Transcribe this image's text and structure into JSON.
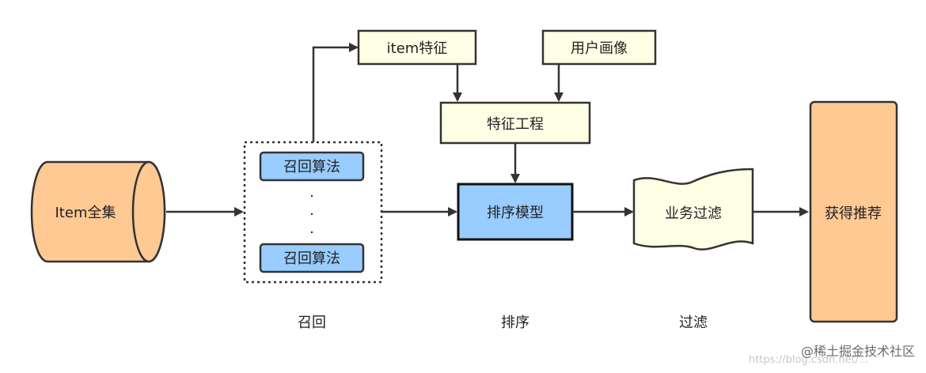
{
  "nodes": {
    "item_full_set": "Item全集",
    "recall_algo_top": "召回算法",
    "recall_algo_bottom": "召回算法",
    "ellipsis": ".",
    "item_features": "item特征",
    "user_profile": "用户画像",
    "feature_engineering": "特征工程",
    "ranking_model": "排序模型",
    "business_filter": "业务过滤",
    "get_recommendations": "获得推荐"
  },
  "stages": {
    "recall": "召回",
    "ranking": "排序",
    "filtering": "过滤"
  },
  "watermark": {
    "text": "@稀土掘金技术社区",
    "faint_url": "https://blog.csdn.net/..."
  },
  "colors": {
    "cylinder_fill": "#FFC994",
    "result_fill": "#FFC994",
    "recall_algo_fill": "#99CCFF",
    "ranking_fill": "#99CCFF",
    "feature_fill": "#FFFFE5",
    "stroke": "#333333"
  }
}
